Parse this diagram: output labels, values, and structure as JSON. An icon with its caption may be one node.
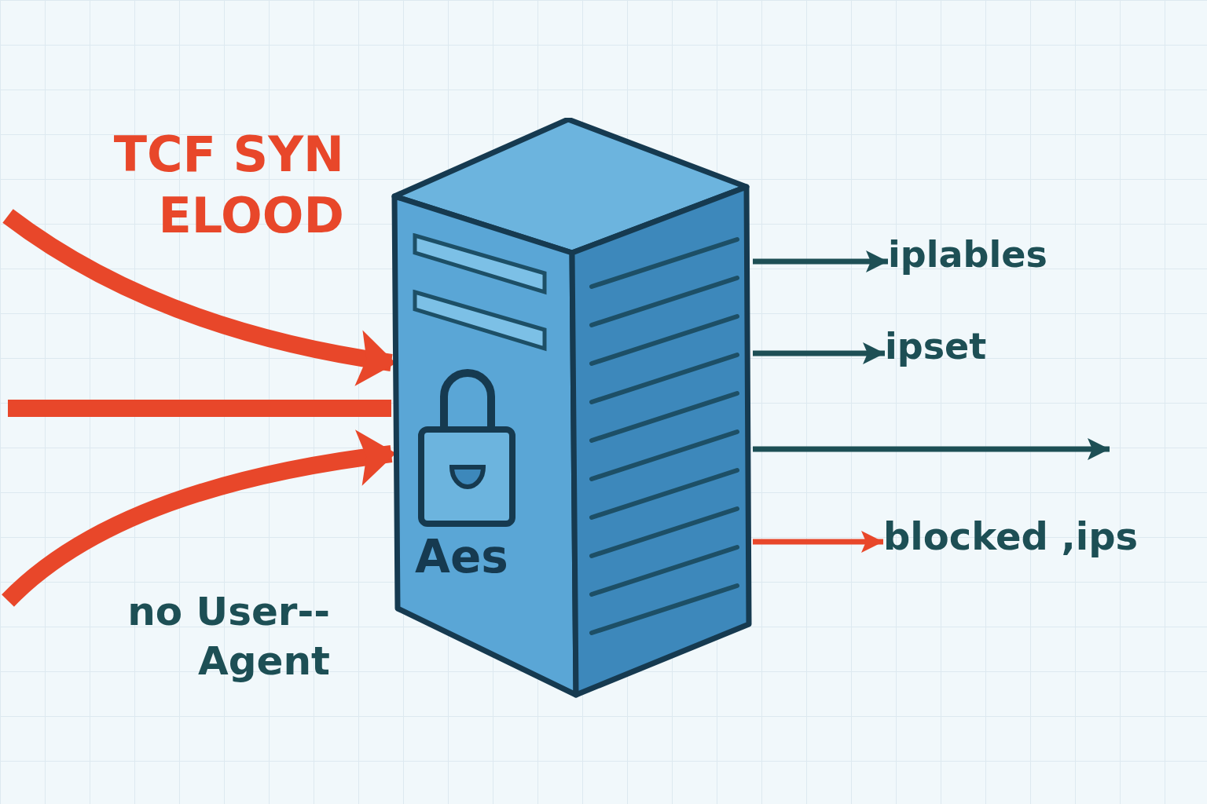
{
  "diagram": {
    "nodes": [
      {
        "text": [
          "Aes"
        ]
      },
      {
        "text": [
          "iplables"
        ]
      },
      {
        "text": [
          "ipset"
        ]
      },
      {
        "text": [
          "blocked ,ips"
        ]
      }
    ],
    "edges": [
      {
        "from": null,
        "to": 0,
        "arrow": "to",
        "style": "thick",
        "color": "#e8472a"
      },
      {
        "from": null,
        "to": 0,
        "arrow": "none",
        "style": "thick",
        "color": "#e8472a"
      },
      {
        "from": null,
        "to": 0,
        "arrow": "to",
        "style": "thick",
        "color": "#e8472a"
      },
      {
        "from": 0,
        "to": 1,
        "arrow": "to",
        "color": "#1d4f55"
      },
      {
        "from": 0,
        "to": 2,
        "arrow": "to",
        "color": "#1d4f55"
      },
      {
        "from": 0,
        "to": null,
        "arrow": "to",
        "color": "#1d4f55"
      },
      {
        "from": 0,
        "to": 3,
        "arrow": "to",
        "color": "#e8472a"
      }
    ],
    "labels": [
      "TCF SYN ELOOD",
      "no User-- Agent"
    ]
  }
}
